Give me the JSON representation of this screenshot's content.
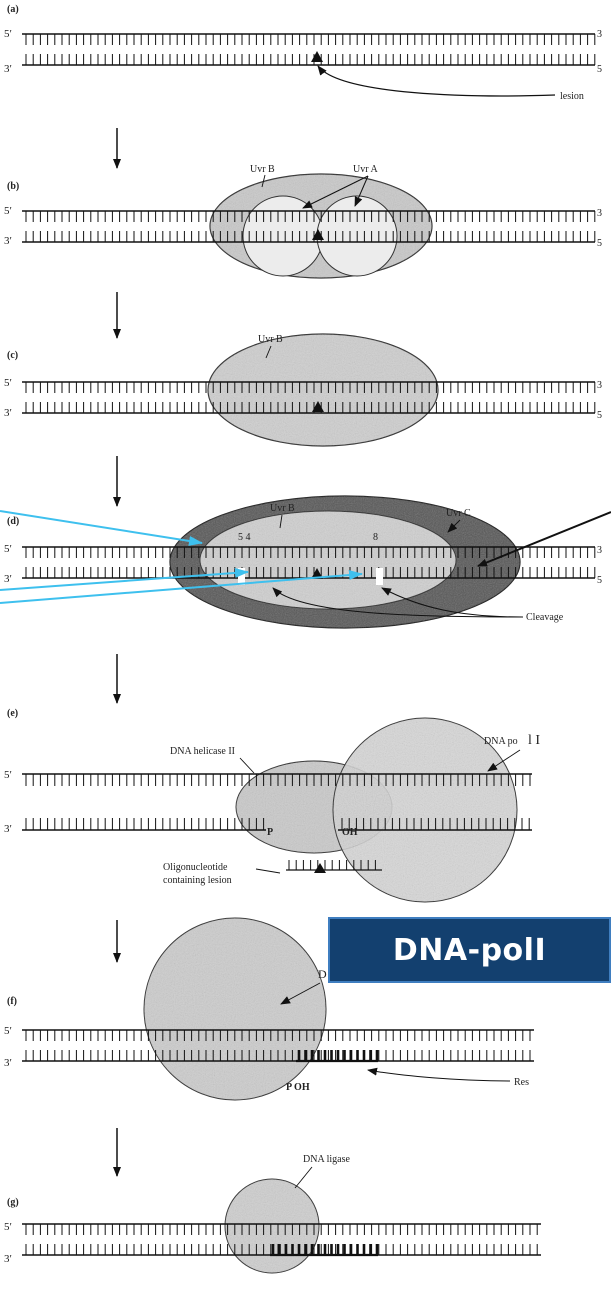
{
  "panels": {
    "a": {
      "label": "(a)",
      "five_prime": "5′",
      "three_prime": "3′",
      "end_top": "3",
      "end_bottom": "5",
      "lesion": "lesion"
    },
    "b": {
      "label": "(b)",
      "five_prime": "5′",
      "three_prime": "3′",
      "end_top": "3",
      "end_bottom": "5",
      "uvrb": "Uvr B",
      "uvra": "Uvr A"
    },
    "c": {
      "label": "(c)",
      "five_prime": "5′",
      "three_prime": "3′",
      "end_top": "3",
      "end_bottom": "5",
      "uvrb": "Uvr B"
    },
    "d": {
      "label": "(d)",
      "five_prime": "5′",
      "three_prime": "3′",
      "end_top": "3",
      "end_bottom": "5",
      "uvrb": "Uvr B",
      "uvrc": "Uvr C",
      "nums": "5 4",
      "num8": "8",
      "cleavage": "Cleavage"
    },
    "e": {
      "label": "(e)",
      "five_prime": "5′",
      "three_prime": "3′",
      "helicase": "DNA helicase II",
      "dnapol": "DNA po",
      "roman": "l  I",
      "p": "P",
      "oh": "OH",
      "oligo1": "Oligonucleotide",
      "oligo2": "containing lesion"
    },
    "f": {
      "label": "(f)",
      "five_prime": "5′",
      "three_prime": "3′",
      "dfrag": "D",
      "poh": "P OH",
      "resy": "Res"
    },
    "g": {
      "label": "(g)",
      "five_prime": "5′",
      "three_prime": "3′",
      "ligase": "DNA ligase"
    }
  },
  "callout": {
    "text": "DNA-polI"
  }
}
